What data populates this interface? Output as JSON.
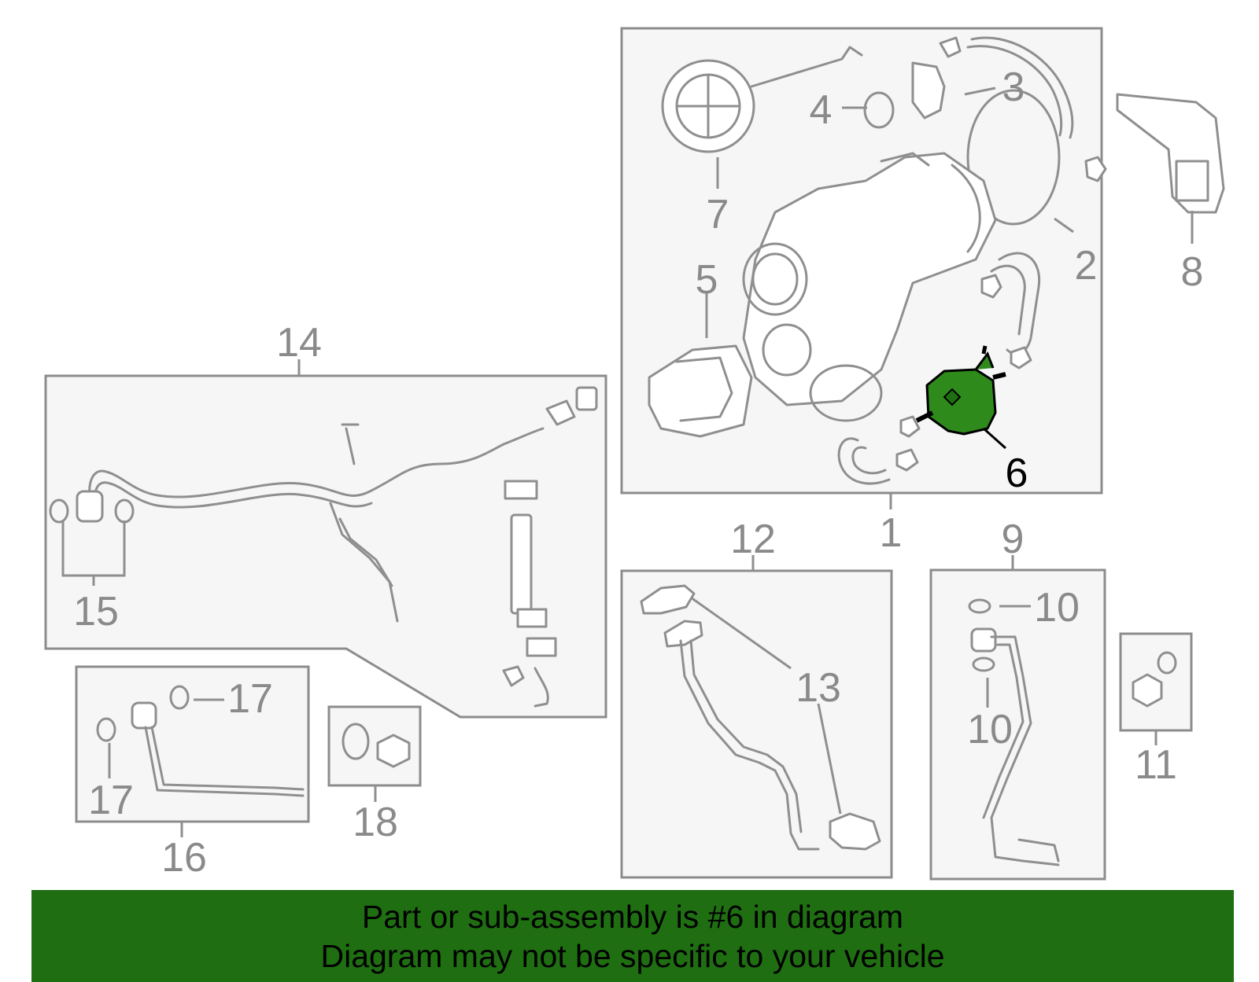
{
  "callouts": {
    "c1": "1",
    "c2": "2",
    "c3": "3",
    "c4": "4",
    "c5": "5",
    "c6": "6",
    "c7": "7",
    "c8": "8",
    "c9": "9",
    "c10a": "10",
    "c10b": "10",
    "c11": "11",
    "c12": "12",
    "c13": "13",
    "c14": "14",
    "c15": "15",
    "c16": "16",
    "c17a": "17",
    "c17b": "17",
    "c18": "18"
  },
  "highlighted_part": "6",
  "colors": {
    "highlight": "#1f6f12",
    "part_fill": "#2f8a1c",
    "line": "#8f8f8f"
  },
  "banner": {
    "line1": "Part or sub-assembly is #6 in diagram",
    "line2": "Diagram may not be specific to your vehicle"
  }
}
